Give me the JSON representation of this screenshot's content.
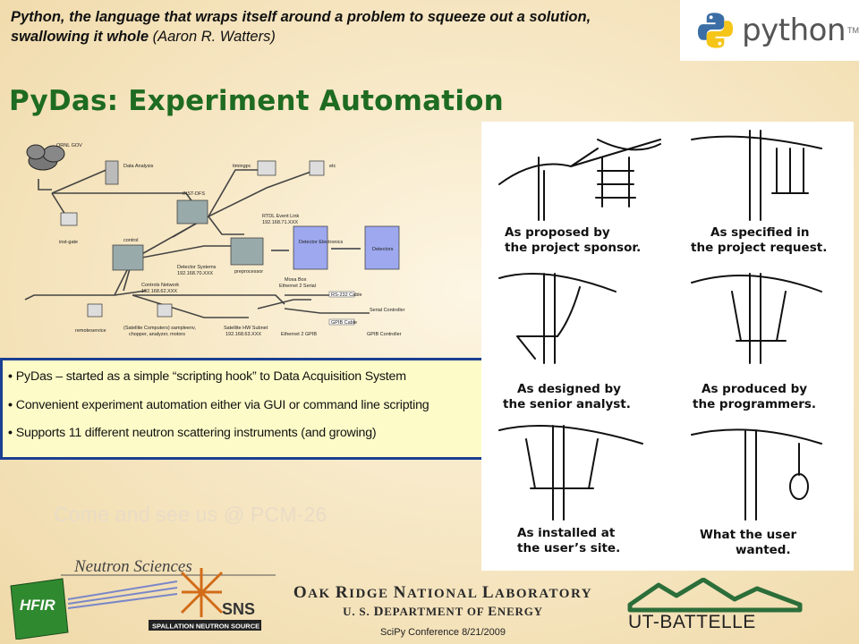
{
  "quote": {
    "text": "Python, the language that wraps itself around a problem to squeeze out a solution, swallowing it whole",
    "author": " (Aaron R. Watters)"
  },
  "python_logo": {
    "word": "python",
    "tm": "TM"
  },
  "slide_title": "PyDas: Experiment Automation",
  "diagram": {
    "labels": {
      "ornl_gov": "ORNL GOV",
      "data_analysis": "Data Analysis",
      "timingpc": "timingpc",
      "etc": "etc",
      "inst_dfs": "INST-DFS",
      "rtdl": "RTDL Event Link",
      "rtdl_ip": "192.168.71.XXX",
      "control": "control",
      "inst_gate": "inst-gate",
      "detector_systems": "Detector Systems",
      "detector_ip": "192.168.70.XXX",
      "preprocessor": "preprocessor",
      "detector_electronics": "Detector Electronics",
      "detectors": "Detectors",
      "controls_network": "Controls Network",
      "controls_ip": "192.168.62.XXX",
      "moxa": "Moxa Box",
      "ethernet_serial": "Ethernet 2 Serial",
      "rs232": "RS-232 Cable",
      "serial_controller": "Serial Controller",
      "remoteservice": "remoteservice",
      "satellite_computers": "(Satellite Computers) sampleenv,",
      "satellite_computers_2": "chopper, analyzer, motors",
      "satellite_subnet": "Satellite HW Subnet",
      "satellite_ip": "192.168.63.XXX",
      "gpib_cable": "GPIB Cable",
      "ethernet_gpib": "Ethernet 2 GPIB",
      "gpib_controller": "GPIB Controller"
    }
  },
  "bullets": [
    "PyDas – started as a simple “scripting hook” to Data Acquisition System",
    "Convenient experiment automation either via GUI or command line scripting",
    "Supports 11 different neutron scattering instruments (and growing)"
  ],
  "bullet_marker": "•",
  "come_see": "Come and see us @ PCM-26",
  "cartoon": {
    "captions": [
      [
        "As proposed by",
        "the project sponsor."
      ],
      [
        "As specified in",
        "the project request."
      ],
      [
        "As designed by",
        "the senior analyst."
      ],
      [
        "As produced by",
        "the programmers."
      ],
      [
        "As installed at",
        "the user’s site."
      ],
      [
        "What the user",
        "wanted."
      ]
    ]
  },
  "footer": {
    "neutron_sciences": "Neutron Sciences",
    "hfir": "HFIR",
    "sns": "SNS",
    "sns_sub": "SPALLATION NEUTRON SOURCE",
    "ornl_line1": {
      "o": "O",
      "ak": "AK ",
      "r": "R",
      "idge": "IDGE ",
      "n": "N",
      "ational": "ATIONAL ",
      "l": "L",
      "aboratory": "ABORATORY"
    },
    "doe_line": {
      "u": "U. S. ",
      "d": "D",
      "epartment": "EPARTMENT OF ",
      "e": "E",
      "nergy": "NERGY"
    },
    "utb": "UT-BATTELLE",
    "conference": "SciPy Conference 8/21/2009"
  },
  "colors": {
    "title_green": "#1e6b22",
    "bullet_border": "#1b3f92",
    "bullet_bg": "#fdfcc8",
    "python_blue": "#3a6ea5",
    "python_yellow": "#f5c518",
    "hfir_green": "#2f8a2f",
    "utb_green": "#2c6e3a"
  }
}
